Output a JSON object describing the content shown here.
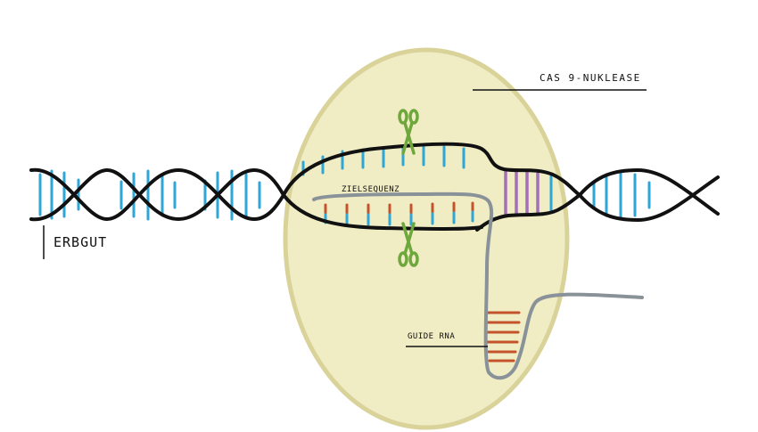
{
  "labels": {
    "erbgut": "ERBGUT",
    "cas9": "CAS 9-NUKLEASE",
    "zielsequenz": "ZIELSEQUENZ",
    "guide_rna": "GUIDE RNA"
  },
  "icons": {
    "scissors_top": "scissors-icon",
    "scissors_bottom": "scissors-icon"
  },
  "colors": {
    "cas9_fill": "#f0ecc4",
    "cas9_outline": "#d9d39a",
    "dna_strand": "#111111",
    "dna_base": "#2ea6d6",
    "pam_base": "#a270b8",
    "target_base": "#c4532c",
    "guide_rna": "#8a9299",
    "scissors": "#6ea83c"
  }
}
